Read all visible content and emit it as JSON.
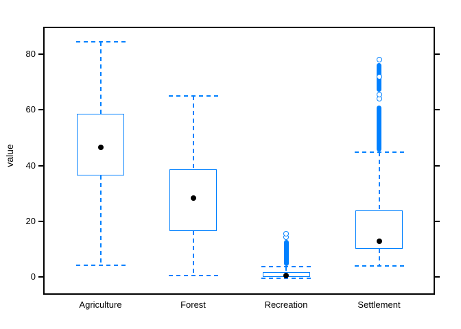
{
  "chart_data": {
    "type": "boxplot",
    "title": "",
    "y_axis": {
      "label": "value",
      "ticks": [
        {
          "value": 0,
          "label": "0"
        },
        {
          "value": 20,
          "label": "20"
        },
        {
          "value": 40,
          "label": "40"
        },
        {
          "value": 60,
          "label": "60"
        },
        {
          "value": 80,
          "label": "80"
        }
      ],
      "range": [
        -6,
        90
      ],
      "grid": false
    },
    "x_axis": {
      "categories": [
        "Agriculture",
        "Forest",
        "Recreation",
        "Settlement"
      ]
    },
    "series": [
      {
        "label": "Agriculture",
        "whisker_low": 4.1,
        "q1": 36.4,
        "median": 46.6,
        "q3": 58.6,
        "whisker_high": 84.4,
        "outlier_runs": [],
        "outliers": []
      },
      {
        "label": "Forest",
        "whisker_low": 0.6,
        "q1": 16.4,
        "median": 28.2,
        "q3": 38.7,
        "whisker_high": 65.0,
        "outlier_runs": [],
        "outliers": []
      },
      {
        "label": "Recreation",
        "whisker_low": -0.4,
        "q1": 0.0,
        "median": 0.6,
        "q3": 1.8,
        "whisker_high": 3.7,
        "outlier_runs": [
          [
            4.0,
            13.3
          ]
        ],
        "outliers": [
          14.3,
          15.4
        ]
      },
      {
        "label": "Settlement",
        "whisker_low": 3.9,
        "q1": 10.0,
        "median": 12.9,
        "q3": 24.0,
        "whisker_high": 44.9,
        "outlier_runs": [
          [
            45.0,
            61.6
          ],
          [
            66.4,
            76.9
          ]
        ],
        "outliers": [
          64.0,
          65.4,
          72.0,
          78.0
        ]
      }
    ],
    "style": {
      "box_color": "#0080ff",
      "median_dot_color": "#000000",
      "axis_color": "#000000",
      "background": "#ffffff",
      "whisker_style": "dashed"
    },
    "legend": "none"
  }
}
